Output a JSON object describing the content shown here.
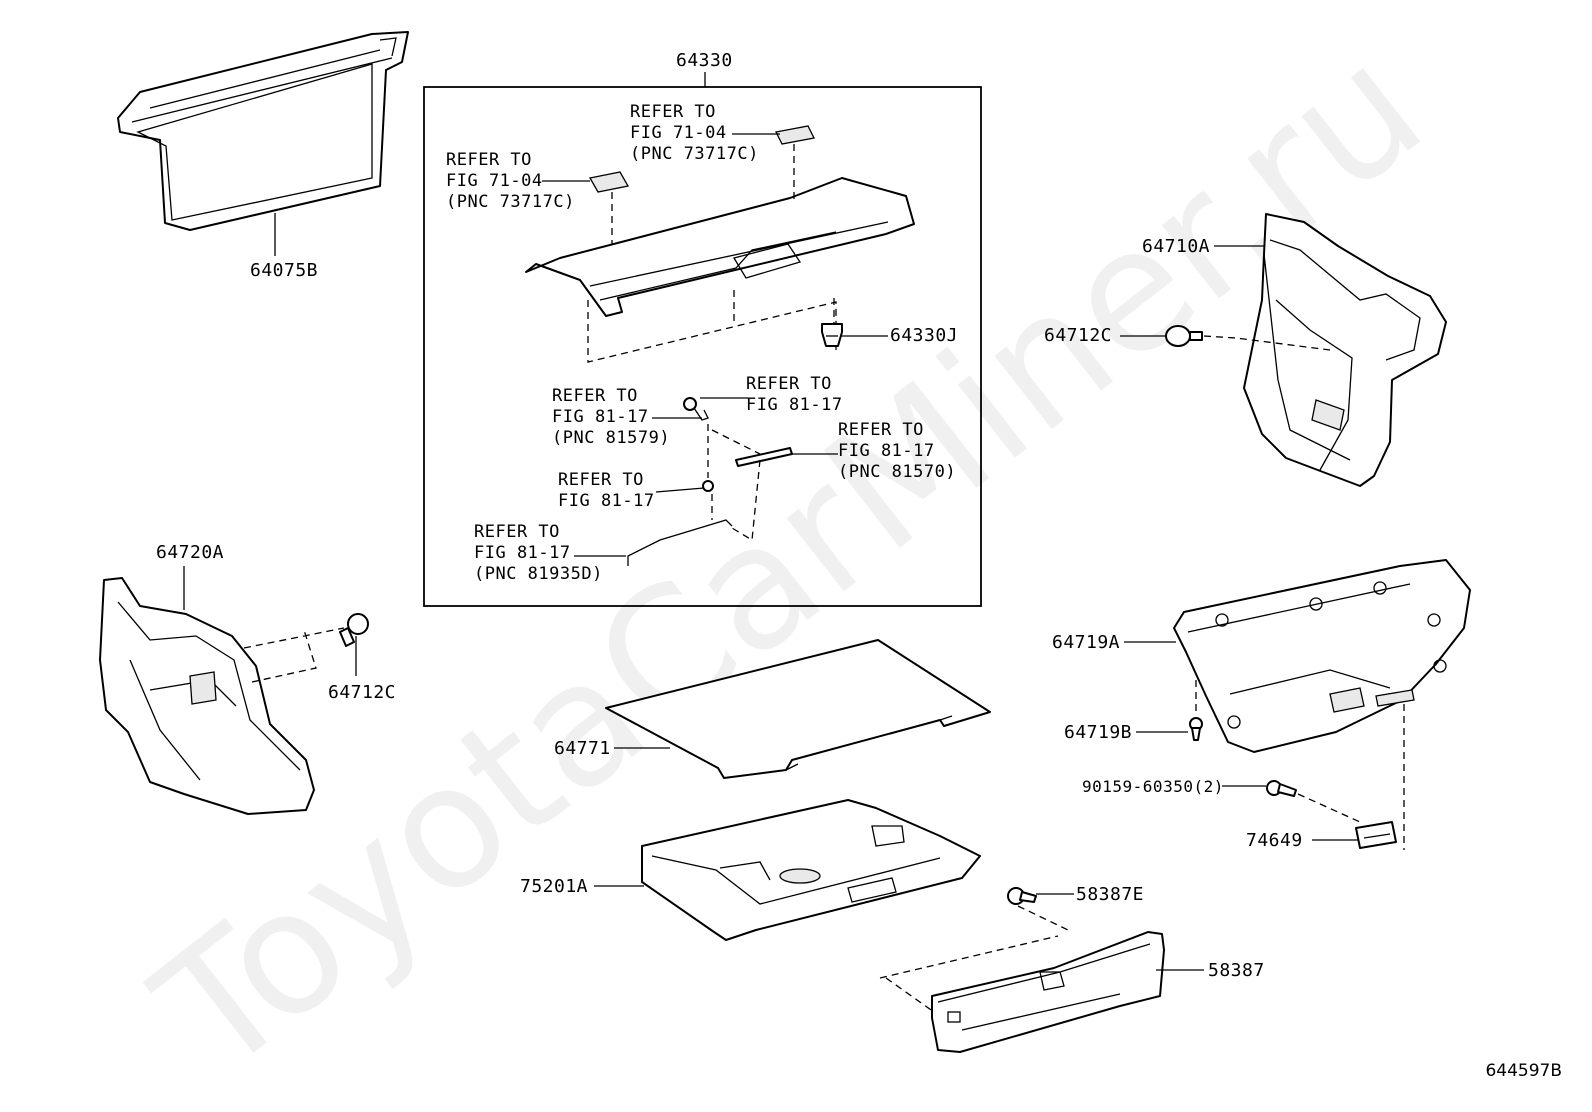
{
  "diagram_id": "644597B",
  "watermark": "ToyotaCarMiner.ru",
  "group_label": "64330",
  "parts": {
    "p64075B": "64075B",
    "p64330J": "64330J",
    "p64710A": "64710A",
    "p64712C_right": "64712C",
    "p64720A": "64720A",
    "p64712C_left": "64712C",
    "p64719A": "64719A",
    "p64719B": "64719B",
    "p90159": "90159-60350(2)",
    "p74649": "74649",
    "p64771": "64771",
    "p75201A": "75201A",
    "p58387E": "58387E",
    "p58387": "58387"
  },
  "refs": {
    "r1": [
      "REFER TO",
      "FIG 71-04",
      "(PNC 73717C)"
    ],
    "r2": [
      "REFER TO",
      "FIG 71-04",
      "(PNC 73717C)"
    ],
    "r3": [
      "REFER TO",
      "FIG 81-17",
      "(PNC 81579)"
    ],
    "r4": [
      "REFER TO",
      "FIG 81-17"
    ],
    "r5": [
      "REFER TO",
      "FIG 81-17",
      "(PNC 81570)"
    ],
    "r6": [
      "REFER TO",
      "FIG 81-17"
    ],
    "r7": [
      "REFER TO",
      "FIG 81-17",
      "(PNC 81935D)"
    ]
  }
}
